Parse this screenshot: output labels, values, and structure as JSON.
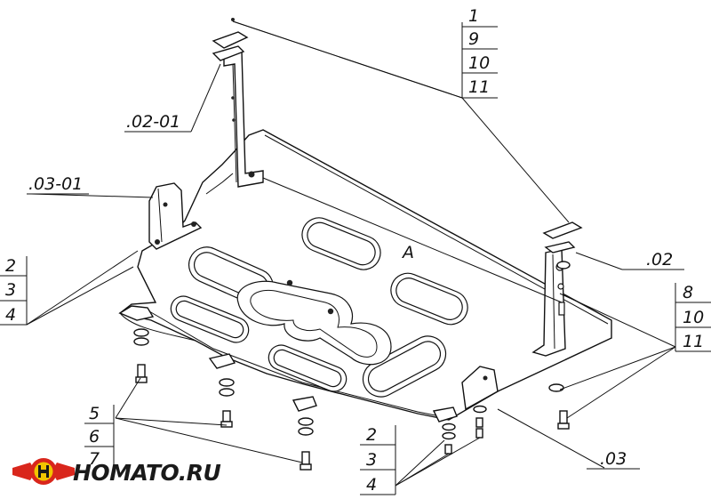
{
  "labels": {
    "top_right_stack": [
      "1",
      "9",
      "10",
      "11"
    ],
    "bracket_02_01": ".02-01",
    "bracket_03_01": ".03-01",
    "left_stack": [
      "2",
      "3",
      "4"
    ],
    "bracket_02": ".02",
    "right_stack": [
      "8",
      "10",
      "11"
    ],
    "bottom_left_stack": [
      "5",
      "6",
      "7"
    ],
    "bottom_mid_stack": [
      "2",
      "3",
      "4"
    ],
    "bracket_03": ".03",
    "mark_a": "A"
  },
  "logo": {
    "text": "HOMATO.RU",
    "colors": {
      "red": "#d9261c",
      "dark": "#1a1a1a",
      "yellow": "#f2c500"
    }
  }
}
